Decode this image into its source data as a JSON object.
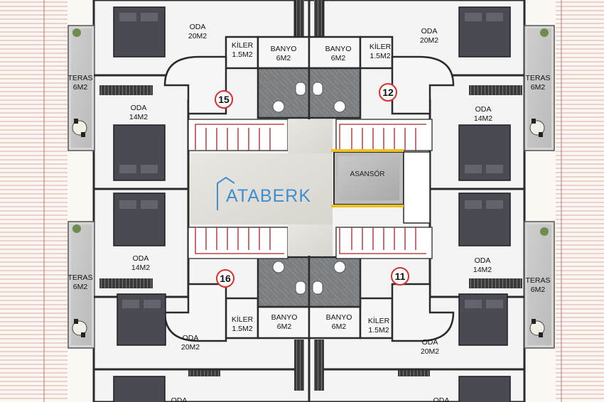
{
  "plan": {
    "logo": "ATABERK",
    "elevator": "ASANSÖR",
    "units": [
      "15",
      "12",
      "16",
      "11"
    ],
    "rooms": {
      "oda_20": {
        "name": "ODA",
        "area": "20M2"
      },
      "oda_14": {
        "name": "ODA",
        "area": "14M2"
      },
      "kiler": {
        "name": "KİLER",
        "area": "1.5M2"
      },
      "banyo": {
        "name": "BANYO",
        "area": "6M2"
      },
      "teras": {
        "name": "TERAS",
        "area": "6M2"
      }
    },
    "colors": {
      "wall": "#2b2b2b",
      "floor": "#f4f4f4",
      "core_floor": "#e3e1dd",
      "stair_rail": "#b02020",
      "elevator_marker": "#f0c020",
      "badge_ring": "#d9302b",
      "logo": "#3f8fd0",
      "pergola": "#c49a8e"
    }
  }
}
